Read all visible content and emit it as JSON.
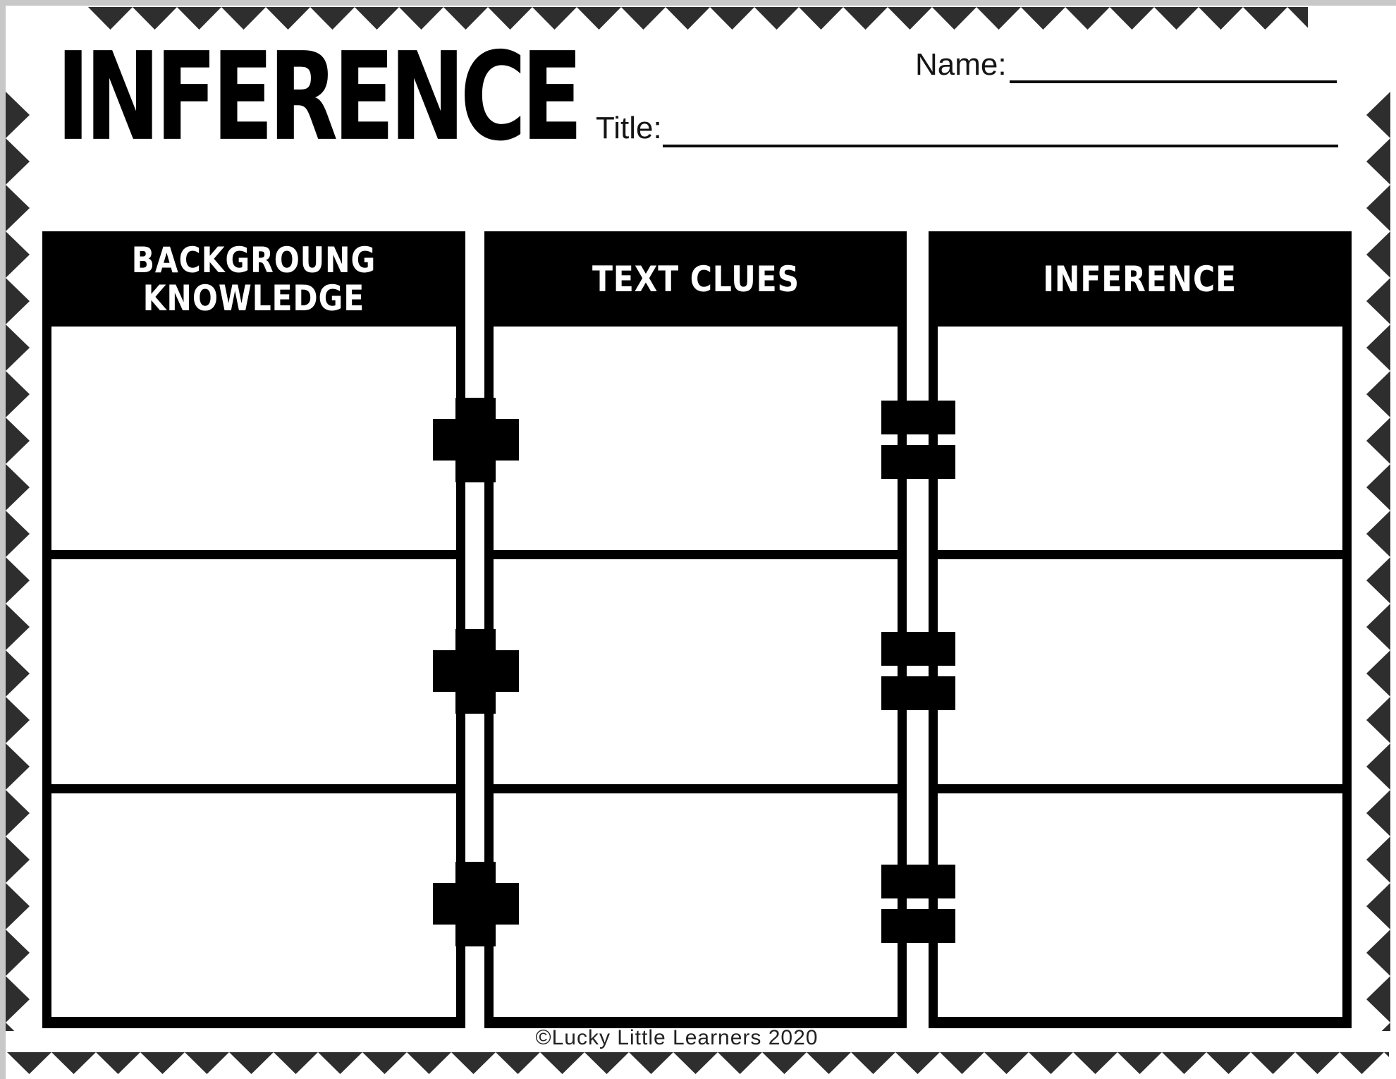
{
  "page": {
    "title": "INFERENCE",
    "name_label": "Name:",
    "title_label": "Title:",
    "footer": "©Lucky Little Learners 2020"
  },
  "colors": {
    "ink_black": "#000000",
    "zigzag_border": "#2e2e2e",
    "sheet_white": "#ffffff",
    "header_text": "#ffffff",
    "surround_gray": "#c8c8c8"
  },
  "organizer": {
    "columns": [
      {
        "id": "background-knowledge",
        "header_lines": [
          "BACKGROUNG",
          "KNOWLEDGE"
        ],
        "cells": [
          "",
          "",
          ""
        ]
      },
      {
        "id": "text-clues",
        "header_lines": [
          "TEXT CLUES"
        ],
        "cells": [
          "",
          "",
          ""
        ]
      },
      {
        "id": "inference",
        "header_lines": [
          "INFERENCE"
        ],
        "cells": [
          "",
          "",
          ""
        ]
      }
    ],
    "connectors": [
      {
        "between": "background-knowledge and text-clues",
        "symbol": "+"
      },
      {
        "between": "text-clues and inference",
        "symbol": "="
      }
    ],
    "row_count": 3
  }
}
